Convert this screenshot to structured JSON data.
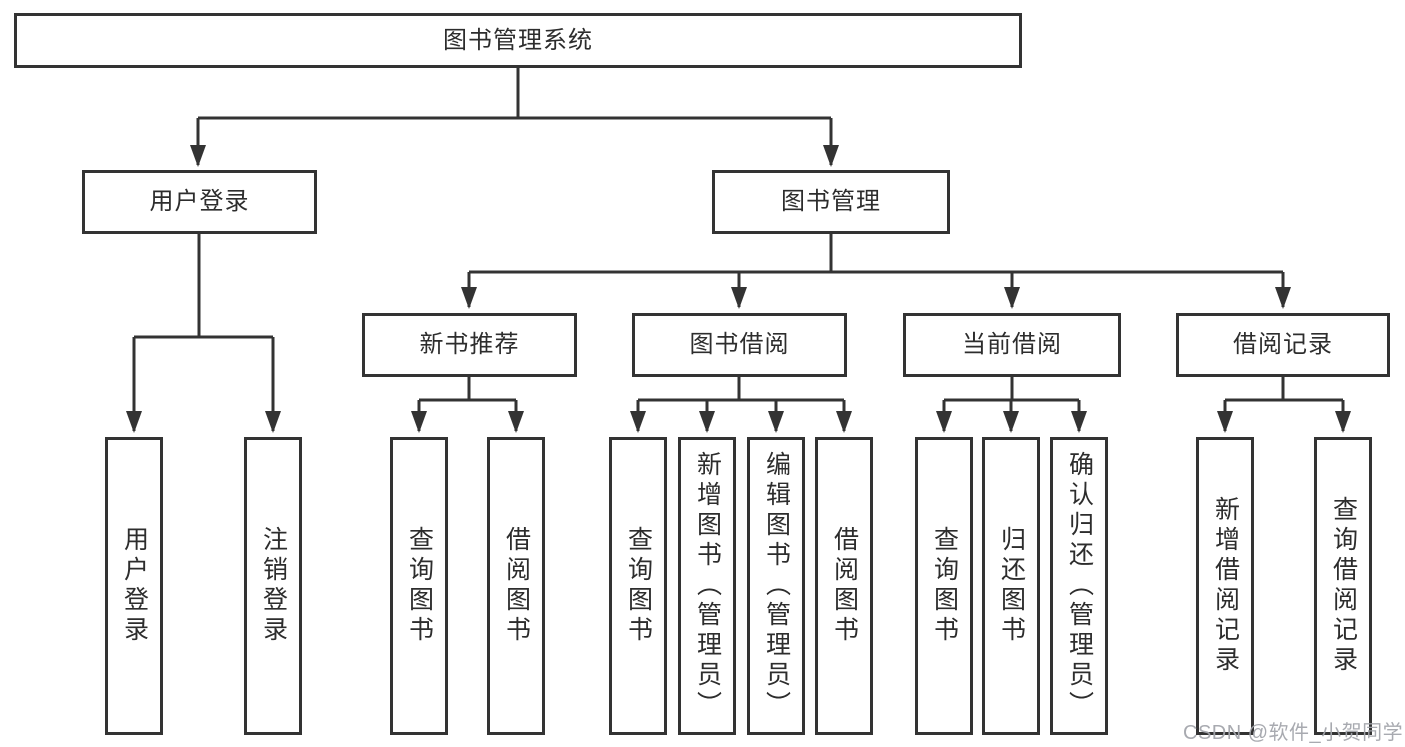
{
  "colors": {
    "line": "#333333",
    "box_border": "#333333",
    "text": "#2d2d2d",
    "background": "#ffffff",
    "watermark": "#a3a5ac"
  },
  "diagram": {
    "root": {
      "label": "图书管理系统"
    },
    "user_login": {
      "label": "用户登录",
      "children": {
        "login": {
          "label": "用户登录"
        },
        "logout": {
          "label": "注销登录"
        }
      }
    },
    "book_management": {
      "label": "图书管理",
      "children": {
        "new_book_recommend": {
          "label": "新书推荐",
          "children": {
            "query_books": {
              "label": "查询图书"
            },
            "borrow_books": {
              "label": "借阅图书"
            }
          }
        },
        "book_borrowing": {
          "label": "图书借阅",
          "children": {
            "query_books": {
              "label": "查询图书"
            },
            "add_books_admin": {
              "label": "新增图书（管理员）"
            },
            "edit_books_admin": {
              "label": "编辑图书（管理员）"
            },
            "borrow_books": {
              "label": "借阅图书"
            }
          }
        },
        "current_borrowing": {
          "label": "当前借阅",
          "children": {
            "query_books": {
              "label": "查询图书"
            },
            "return_books": {
              "label": "归还图书"
            },
            "confirm_return_admin": {
              "label": "确认归还（管理员）"
            }
          }
        },
        "borrowing_records": {
          "label": "借阅记录",
          "children": {
            "add_borrow_record": {
              "label": "新增借阅记录"
            },
            "query_borrow_record": {
              "label": "查询借阅记录"
            }
          }
        }
      }
    }
  },
  "watermark": {
    "text": "CSDN @软件_小贺同学"
  }
}
